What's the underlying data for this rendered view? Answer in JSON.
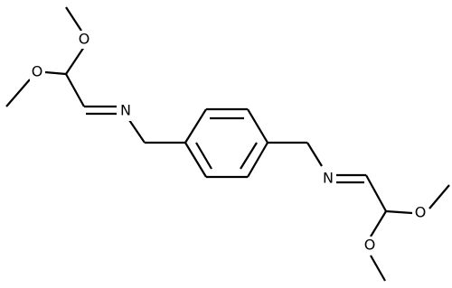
{
  "molecule": {
    "atom_labels": {
      "o_top_upper": "O",
      "o_top_lower": "O",
      "n_left": "N",
      "n_right": "N",
      "o_bottom_upper": "O",
      "o_bottom_lower": "O"
    },
    "colors": {
      "bond": "#000000",
      "label": "#000000",
      "background": "#ffffff"
    }
  }
}
